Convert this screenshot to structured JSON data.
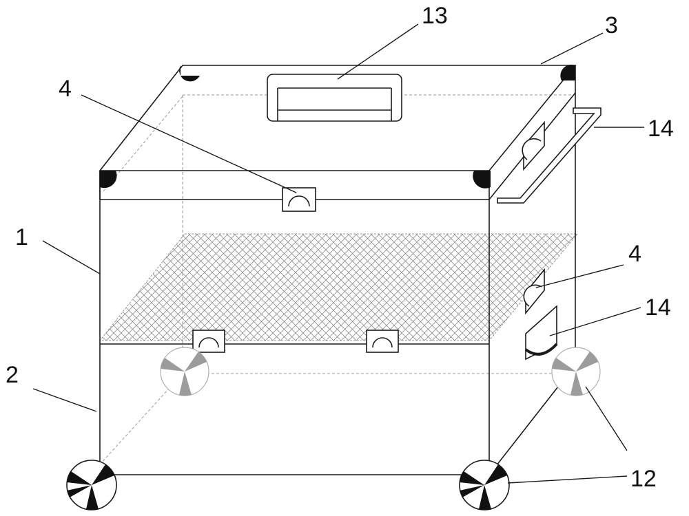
{
  "labels": {
    "front_box": "1",
    "bottom_box": "2",
    "lid": "3",
    "latch_top": "4",
    "latch_side": "4",
    "carry_handle": "13",
    "side_handle_top": "14",
    "side_handle_low": "14",
    "wheels": "12"
  },
  "colors": {
    "line": "#1a1a1a",
    "dashed": "#9a9a9a",
    "mesh": "#8c8c8c",
    "wheel_dark": "#111111",
    "wheel_grey": "#9c9c9c"
  }
}
